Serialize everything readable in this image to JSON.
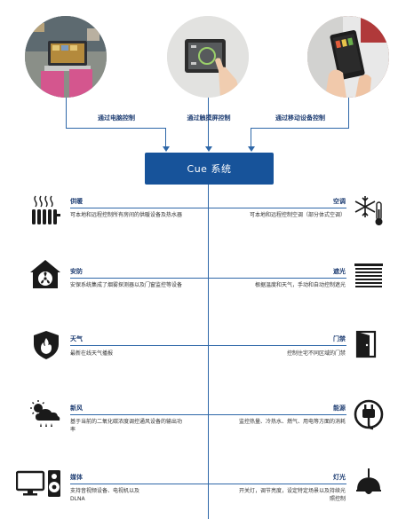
{
  "controls": [
    {
      "label": "通过电脑控制"
    },
    {
      "label": "通过触摸屏控制"
    },
    {
      "label": "通过移动设备控制"
    }
  ],
  "center": {
    "title": "Cue 系统"
  },
  "left_items": [
    {
      "title": "供暖",
      "desc": "可本地和远程控制所有房间的供暖设备及热水器",
      "icon": "radiator-icon"
    },
    {
      "title": "安防",
      "desc": "安保系统集成了烟雾探测器以及门窗监控等设备",
      "icon": "house-fan-icon"
    },
    {
      "title": "天气",
      "desc": "最新在线天气播报",
      "icon": "fire-shield-icon"
    },
    {
      "title": "新风",
      "desc": "基于当前的二氧化碳浓度调控通风设备的输出功率",
      "icon": "weather-cloud-icon"
    },
    {
      "title": "媒体",
      "desc": "支持音视频设备、电视机以及DLNA",
      "icon": "tv-speaker-icon"
    }
  ],
  "right_items": [
    {
      "title": "空调",
      "desc": "可本地和远程控制空调（部分体式空调）",
      "icon": "snow-thermometer-icon"
    },
    {
      "title": "遮光",
      "desc": "根据温度和天气，手动和自动控制遮光",
      "icon": "blinds-icon"
    },
    {
      "title": "门禁",
      "desc": "控制住宅不同区域的门禁",
      "icon": "door-icon"
    },
    {
      "title": "能源",
      "desc": "监控热量、冷热水、燃气、用电等方面的消耗",
      "icon": "plug-icon"
    },
    {
      "title": "灯光",
      "desc": "开关灯，调节亮度，设定特定场景以及持续光照控制",
      "icon": "lamp-icon"
    }
  ],
  "colors": {
    "accent": "#17539a",
    "line": "#2e67a8",
    "title": "#1f3e73"
  }
}
